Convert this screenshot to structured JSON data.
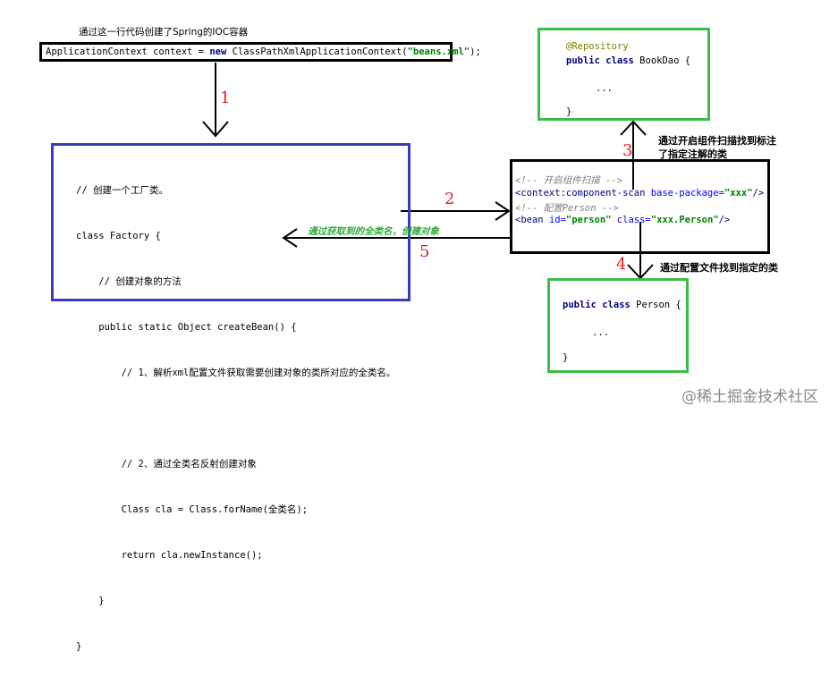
{
  "top_caption": "通过这一行代码创建了Spring的IOC容器",
  "top_code": {
    "prefix": "ApplicationContext context = ",
    "kw_new": "new",
    "mid": " ClassPathXmlApplicationContext(",
    "arg": "\"beans.xml\"",
    "suffix": ");"
  },
  "factory": {
    "lines": [
      "// 创建一个工厂类。",
      "class Factory {",
      "    // 创建对象的方法",
      "    public static Object createBean() {",
      "        // 1、解析xml配置文件获取需要创建对象的类所对应的全类名。",
      "",
      "        // 2、通过全类名反射创建对象",
      "        Class cla = Class.forName(全类名);",
      "        return cla.newInstance();",
      "    }",
      "}"
    ]
  },
  "bookdao": {
    "annotation": "@Repository",
    "decl_kw": "public class",
    "decl_name": " BookDao {",
    "dots": "...",
    "close": "}"
  },
  "xml": {
    "comment1": "<!-- 开启组件扫描 -->",
    "scan_tag_open": "<context:component-scan ",
    "scan_attr": "base-package=",
    "scan_val": "\"xxx\"",
    "scan_close": "/>",
    "comment2": "<!-- 配置Person -->",
    "bean_tag_open": "<bean ",
    "bean_id_attr": "id=",
    "bean_id_val": "\"person\"",
    "bean_class_attr": " class=",
    "bean_class_val": "\"xxx.Person\"",
    "bean_close": "/>"
  },
  "person": {
    "decl_kw": "public class",
    "decl_name": " Person {",
    "dots": "...",
    "close": "}"
  },
  "arrows": {
    "n1": "1",
    "n2": "2",
    "n3": "3",
    "n4": "4",
    "n5": "5"
  },
  "notes": {
    "return_note": "通过获取到的全类名，创建对象",
    "scan_note_1": "通过开启组件扫描找到标注",
    "scan_note_2": "了指定注解的类",
    "config_note": "通过配置文件找到指定的类"
  },
  "watermark": "@稀土掘金技术社区"
}
